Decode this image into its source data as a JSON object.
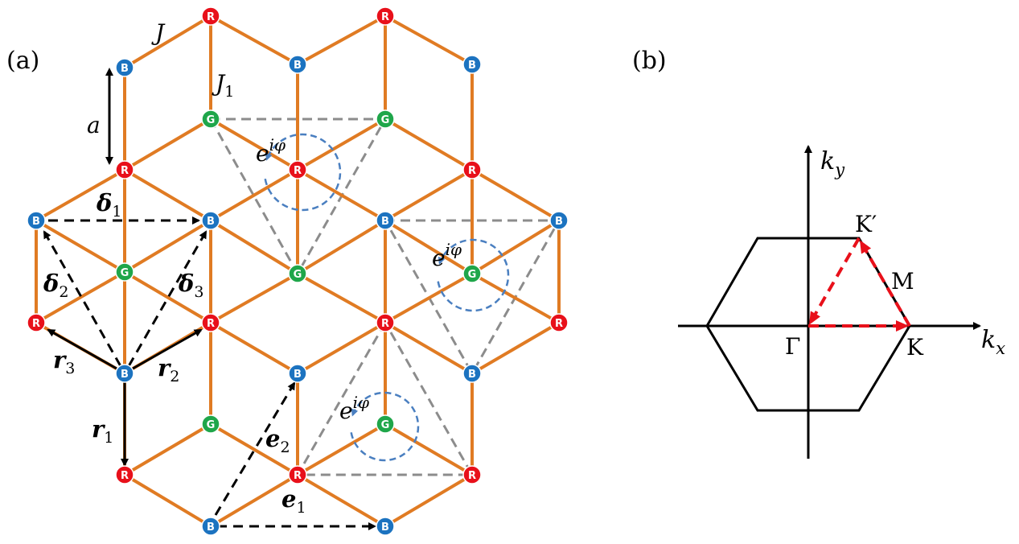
{
  "panel_a": {
    "label": "(a)",
    "site_letters": {
      "red": "R",
      "blue": "B",
      "green": "G"
    },
    "colors": {
      "red": "#e8101a",
      "blue": "#1c73c0",
      "green": "#1fa64a",
      "bond": "#e07b23",
      "phase_loop": "#4a7fc0",
      "triangle": "#8c8c8c",
      "vector": "#000000"
    },
    "labels": {
      "J": "J",
      "J1_main": "J",
      "J1_sub": "1",
      "a": "a",
      "phase_base": "e",
      "phase_exp": "iφ",
      "delta1_main": "δ",
      "delta1_sub": "1",
      "delta2_main": "δ",
      "delta2_sub": "2",
      "delta3_main": "δ",
      "delta3_sub": "3",
      "r1_main": "r",
      "r1_sub": "1",
      "r2_main": "r",
      "r2_sub": "2",
      "r3_main": "r",
      "r3_sub": "3",
      "e1_main": "e",
      "e1_sub": "1",
      "e2_main": "e",
      "e2_sub": "2"
    }
  },
  "panel_b": {
    "label": "(b)",
    "colors": {
      "axis": "#000000",
      "path": "#e8101a"
    },
    "labels": {
      "kx_main": "k",
      "kx_sub": "x",
      "ky_main": "k",
      "ky_sub": "y",
      "Gamma": "Γ",
      "K": "K",
      "Kprime": "K′",
      "M": "M"
    }
  }
}
